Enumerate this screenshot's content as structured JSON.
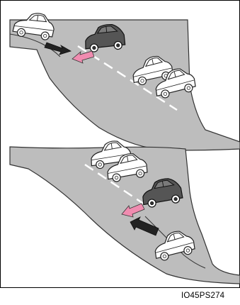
{
  "figure": {
    "figure_code": "IO45PS274",
    "colors": {
      "road": "#bdbdbd",
      "road_edge": "#333333",
      "lane_marking": "#ffffff",
      "car_light_body": "#ffffff",
      "car_dark_body": "#555555",
      "pink_arrow": "#f08cb0",
      "black_arrow": "#222222",
      "frame": "#000000"
    },
    "panels": [
      {
        "id": "top",
        "description_icons": [
          "sedan-light-icon",
          "hatchback-dark-icon",
          "dark-arrow-right",
          "pink-arrow-left",
          "sedan-light-icon",
          "sedan-light-icon"
        ]
      },
      {
        "id": "bottom",
        "description_icons": [
          "sedan-light-icon",
          "sedan-light-icon",
          "hatchback-dark-icon",
          "pink-arrow-left",
          "dark-arrow-up-left",
          "sedan-light-icon"
        ]
      }
    ]
  }
}
